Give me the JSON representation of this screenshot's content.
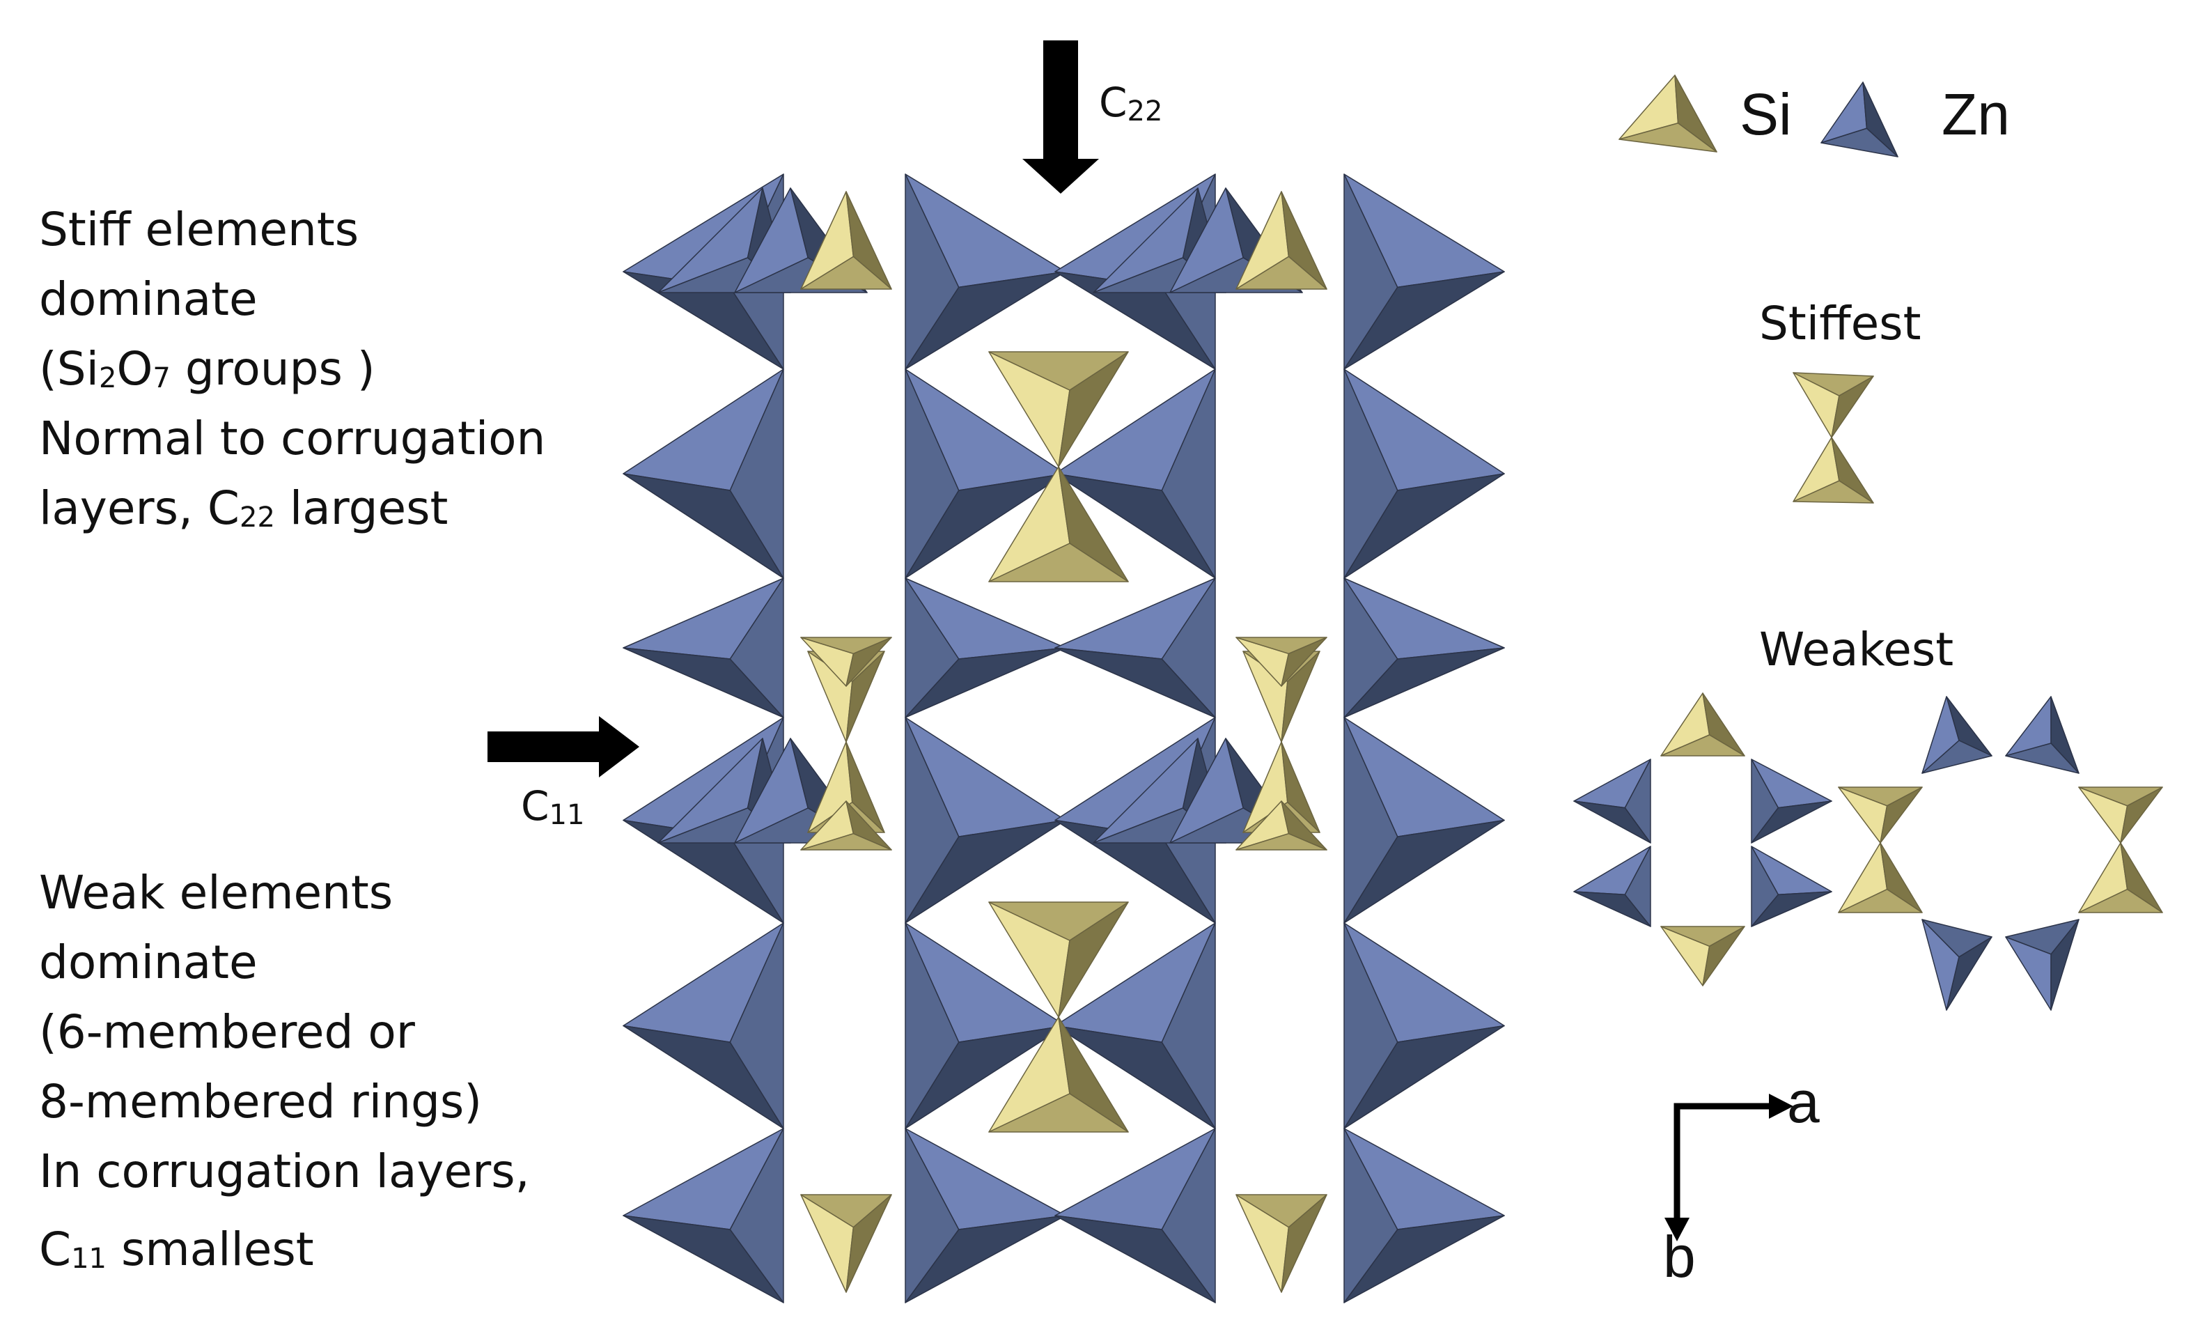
{
  "colors": {
    "zn_light": "#7183b7",
    "zn_mid": "#56678f",
    "zn_dark": "#374460",
    "si_light": "#ebe19d",
    "si_mid": "#b3a96c",
    "si_dark": "#7e7647",
    "arrow": "#000000"
  },
  "icons": {
    "si_tetra": "si-tetrahedron-icon",
    "zn_tetra": "zn-tetrahedron-icon",
    "arrow": "arrow-icon"
  },
  "labels": {
    "c22": {
      "main": "C",
      "sub": "22"
    },
    "c11": {
      "main": "C",
      "sub": "11"
    }
  },
  "legend": {
    "si": "Si",
    "zn": "Zn",
    "stiffest": "Stiffest",
    "weakest": "Weakest"
  },
  "axes": {
    "a": "a",
    "b": "b"
  },
  "stiff_text": {
    "line1": "Stiff elements",
    "line2": "dominate",
    "line3_pre": "(Si",
    "line3_sub1": "2",
    "line3_mid": "O",
    "line3_sub2": "7",
    "line3_post": " groups )",
    "line4": "Normal to corrugation",
    "line5_pre": "layers, C",
    "line5_sub": "22",
    "line5_post": " largest"
  },
  "weak_text": {
    "line1": "Weak elements",
    "line2": "dominate",
    "line3": "(6-membered or",
    "line4": "8-membered rings)",
    "line5": "In corrugation layers,",
    "line6_pre": "C",
    "line6_sub": "11",
    "line6_post": " smallest"
  }
}
